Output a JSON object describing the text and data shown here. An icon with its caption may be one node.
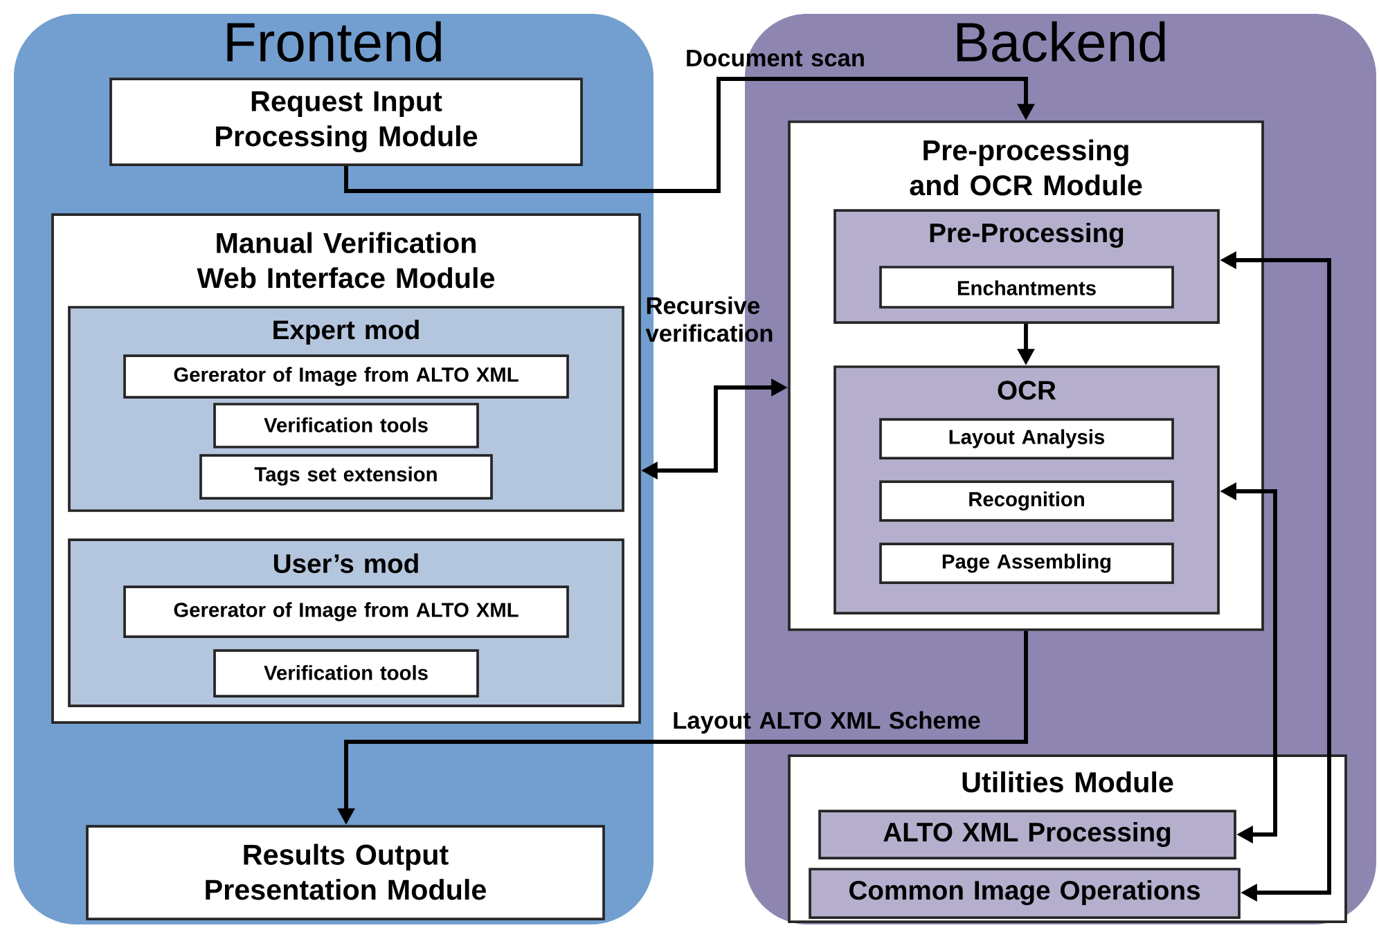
{
  "diagram": {
    "nodes": [
      {
        "text": [
          "Frontend"
        ]
      },
      {
        "text": [
          "Request Input Processing Module"
        ],
        "in": 0
      },
      {
        "text": [
          "Manual Verification Web Interface Module"
        ],
        "in": 0
      },
      {
        "text": [
          "Expert mod"
        ],
        "in": 2
      },
      {
        "text": [
          "Gererator of Image from ALTO XML"
        ],
        "in": 3
      },
      {
        "text": [
          "Verification tools"
        ],
        "in": 3
      },
      {
        "text": [
          "Tags set extension"
        ],
        "in": 3
      },
      {
        "text": [
          "User’s mod"
        ],
        "in": 2
      },
      {
        "text": [
          "Gererator of Image from ALTO XML"
        ],
        "in": 7
      },
      {
        "text": [
          "Verification tools"
        ],
        "in": 7
      },
      {
        "text": [
          "Results Output Presentation Module"
        ],
        "in": 0
      },
      {
        "text": [
          "Backend"
        ]
      },
      {
        "text": [
          "Pre-processing and OCR Module"
        ],
        "in": 11
      },
      {
        "text": [
          "Pre-Processing"
        ],
        "in": 12
      },
      {
        "text": [
          "Enchantments"
        ],
        "in": 13
      },
      {
        "text": [
          "OCR"
        ],
        "in": 12
      },
      {
        "text": [
          "Layout Analysis"
        ],
        "in": 15
      },
      {
        "text": [
          "Recognition"
        ],
        "in": 15
      },
      {
        "text": [
          "Page Assembling"
        ],
        "in": 15
      },
      {
        "text": [
          "Utilities Module"
        ],
        "in": 11
      },
      {
        "text": [
          "ALTO XML Processing"
        ],
        "in": 19
      },
      {
        "text": [
          "Common Image Operations"
        ],
        "in": 19
      }
    ],
    "edges": [
      {
        "from": 1,
        "to": 12,
        "arrow": "to",
        "label": "Document scan"
      },
      {
        "from": 2,
        "to": 12,
        "arrow": "both",
        "label": "Recursive verification"
      },
      {
        "from": 13,
        "to": 15,
        "arrow": "to"
      },
      {
        "from": 12,
        "to": 10,
        "arrow": "to",
        "label": "Layout ALTO XML Scheme"
      },
      {
        "from": 20,
        "to": 15,
        "arrow": "both"
      },
      {
        "from": 21,
        "to": 13,
        "arrow": "both"
      }
    ]
  }
}
